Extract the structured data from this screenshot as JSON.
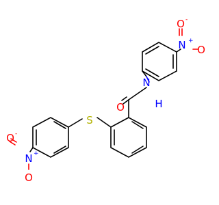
{
  "molecule": {
    "atoms": {
      "n_amide": "N",
      "h_amide": "H",
      "o_carbonyl": "O",
      "s_thioether": "S",
      "n_nitro_top": "N",
      "o_nitro_top_double": "O",
      "o_nitro_top_single": "O",
      "n_nitro_left": "N",
      "o_nitro_left_double": "O",
      "o_nitro_left_single": "O"
    },
    "charges": {
      "plus": "+",
      "minus": "-"
    },
    "colors": {
      "bond": "#000000",
      "nitrogen": "#0000ff",
      "oxygen": "#ff0000",
      "sulfur": "#b2b200",
      "carbon": "#000000"
    }
  }
}
